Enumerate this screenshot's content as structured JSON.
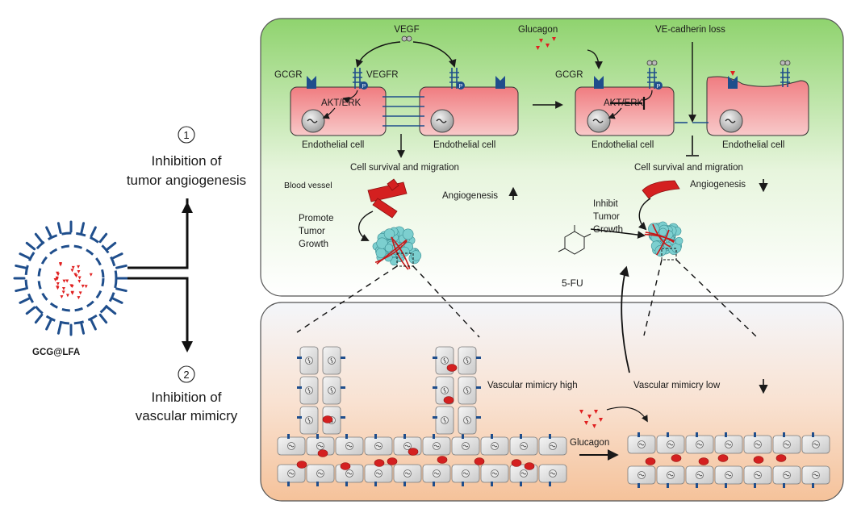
{
  "left": {
    "nanoparticle_label": "GCG@LFA",
    "step1_number": "1",
    "step1_line1": "Inhibition of",
    "step1_line2": "tumor angiogenesis",
    "step2_number": "2",
    "step2_line1": "Inhibition of",
    "step2_line2": "vascular mimicry"
  },
  "top_panel": {
    "vegf": "VEGF",
    "vegfr": "VEGFR",
    "gcgr_left": "GCGR",
    "akt_erk_left": "AKT/ERK",
    "endo_cell_1": "Endothelial cell",
    "endo_cell_2": "Endothelial cell",
    "survival_left": "Cell survival and migration",
    "blood_vessel": "Blood vessel",
    "angiogenesis_up": "Angiogenesis",
    "promote_1": "Promote",
    "promote_2": "Tumor",
    "promote_3": "Growth",
    "glucagon_top": "Glucagon",
    "ve_cadherin": "VE-cadherin loss",
    "gcgr_right": "GCGR",
    "akt_erk_right": "AKT/ERK",
    "endo_cell_3": "Endothelial cell",
    "endo_cell_4": "Endothelial cell",
    "survival_right": "Cell survival and migration",
    "angiogenesis_down": "Angiogenesis",
    "inhibit_1": "Inhibit",
    "inhibit_2": "Tumor",
    "inhibit_3": "Growth",
    "drug": "5-FU",
    "phospho": "P"
  },
  "bottom_panel": {
    "vm_high": "Vascular mimicry high",
    "vm_low": "Vascular mimicry low",
    "glucagon_bottom": "Glucagon"
  },
  "colors": {
    "top_panel_top": "#8fd36e",
    "top_panel_bottom": "#ffffff",
    "bottom_panel_top": "#f4f6fa",
    "bottom_panel_bottom": "#f5c29a",
    "endothelial_cell": "#f08f92",
    "receptor_blue": "#1f4e8c",
    "vessel_red": "#d42020",
    "tumor_cyan": "#7ccfcf",
    "glucagon_red": "#e02020"
  }
}
